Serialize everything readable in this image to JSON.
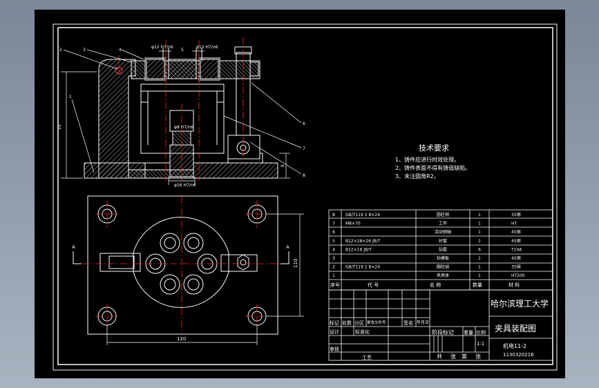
{
  "tech_requirements": {
    "title": "技术要求",
    "items": [
      "1、铸件应进行时效处理。",
      "2、铸件表面不得有铸造缺陷。",
      "3、未注圆角R2。"
    ]
  },
  "parts_list": {
    "header": {
      "no": "序号",
      "code": "代    号",
      "name": "名    称",
      "qty": "数量",
      "material": "材    料"
    },
    "rows": [
      {
        "no": "1",
        "code": "",
        "name": "夹具体",
        "qty": "1",
        "material": "HT200"
      },
      {
        "no": "2",
        "code": "GB/T119  2  8×24",
        "name": "圆柱销",
        "qty": "1",
        "material": "35钢"
      },
      {
        "no": "3",
        "code": "",
        "name": "钻模板",
        "qty": "1",
        "material": "45钢"
      },
      {
        "no": "4",
        "code": "B12×16  JB/T",
        "name": "钻套",
        "qty": "6",
        "material": "T10A"
      },
      {
        "no": "5",
        "code": "B12×28×26  JB/T",
        "name": "衬套",
        "qty": "1",
        "material": "45钢"
      },
      {
        "no": "6",
        "code": "",
        "name": "活动销轴",
        "qty": "1",
        "material": "45钢"
      },
      {
        "no": "7",
        "code": "M8×70",
        "name": "工件",
        "qty": "1",
        "material": "HT"
      },
      {
        "no": "8",
        "code": "GB/T119  2  8×24",
        "name": "圆柱销",
        "qty": "1",
        "material": "35钢"
      }
    ]
  },
  "title_block": {
    "university": "哈尔滨理工大学",
    "drawing_title": "夹具装配图",
    "drawing_number": "机电11-2",
    "student_number": "1130320216",
    "labels": {
      "mark": "标记",
      "count": "处数",
      "zone": "分区",
      "change_doc": "更改文件号",
      "signature": "签名",
      "date": "年月日",
      "design": "设计",
      "standardize": "标准化",
      "stage_mark": "阶段标记",
      "weight": "重量",
      "scale": "比例",
      "review": "审核",
      "process": "工艺",
      "total": "共",
      "sheet": "张",
      "sheet_no": "第",
      "sheet_end": "张"
    },
    "scale_value": "1:1"
  },
  "dimensions": {
    "width": "120",
    "height": "110",
    "side_height": "33",
    "thickness": "8",
    "bore_top": "φ12 H7/n6",
    "bore_mid": "φ12 H7/n6",
    "bore_pin": "φ8 H7/n6",
    "bore_base": "φ16 H7/n6"
  },
  "section_marks": {
    "left": "A",
    "right": "A"
  },
  "balloons": [
    "1",
    "2",
    "3",
    "4",
    "5",
    "6",
    "7",
    "8"
  ]
}
